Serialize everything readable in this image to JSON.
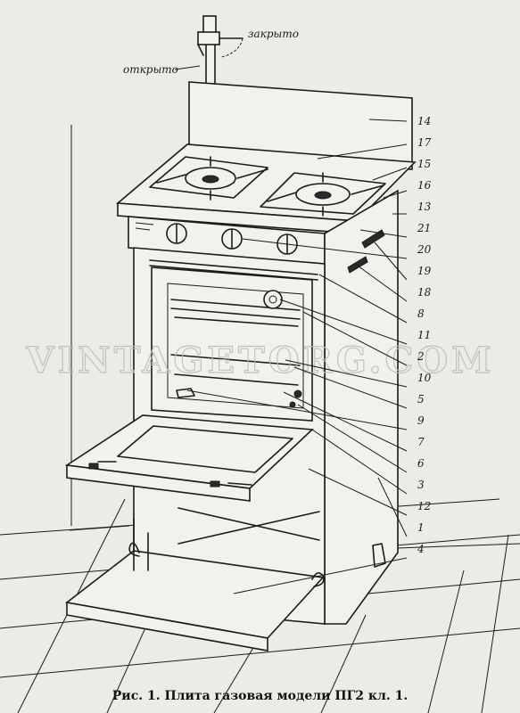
{
  "caption": "Рис. 1. Плита газовая модели ПГ2 кл. 1.",
  "watermark": "VINTAGETORG.COM",
  "valve": {
    "closed_label": "закрыто",
    "open_label": "открыто"
  },
  "callouts": [
    "14",
    "17",
    "15",
    "16",
    "13",
    "21",
    "20",
    "19",
    "18",
    "8",
    "11",
    "2",
    "10",
    "5",
    "9",
    "7",
    "6",
    "3",
    "12",
    "1",
    "4"
  ],
  "colors": {
    "ink": "#1b1b1b",
    "paper": "#ecebe6",
    "watermark": "#bdbdbd"
  }
}
